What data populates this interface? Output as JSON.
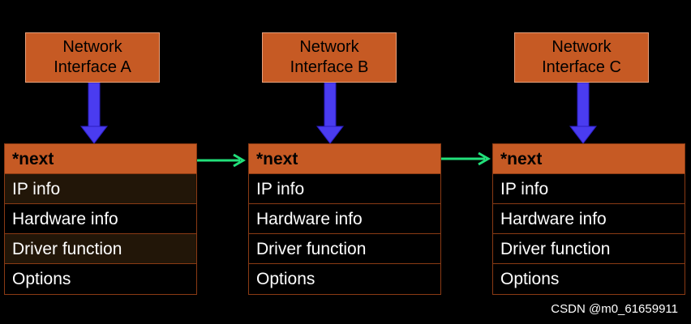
{
  "interfaces": [
    {
      "line1": "Network",
      "line2": "Interface A"
    },
    {
      "line1": "Network",
      "line2": "Interface B"
    },
    {
      "line1": "Network",
      "line2": "Interface C"
    }
  ],
  "structs": [
    {
      "fields": [
        "*next",
        "IP info",
        "Hardware info",
        "Driver function",
        "Options"
      ]
    },
    {
      "fields": [
        "*next",
        "IP info",
        "Hardware info",
        "Driver function",
        "Options"
      ]
    },
    {
      "fields": [
        "*next",
        "IP info",
        "Hardware info",
        "Driver function",
        "Options"
      ]
    }
  ],
  "colors": {
    "box_fill": "#c65a24",
    "down_arrow": "#4a3cf0",
    "link_arrow": "#22e07a"
  },
  "watermark": "CSDN @m0_61659911"
}
